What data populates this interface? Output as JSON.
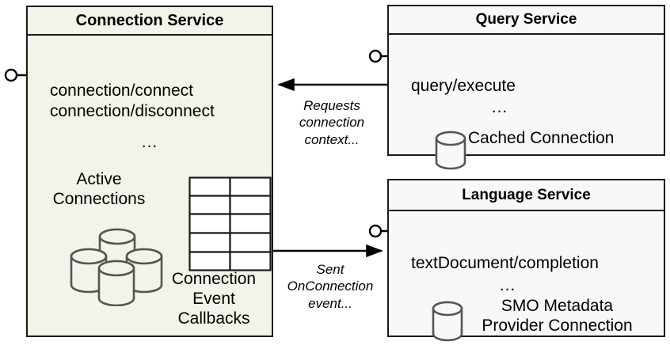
{
  "diagram": {
    "title": "Connection Service component interaction diagram",
    "colors": {
      "connection_service_fill": "#f2f4e9",
      "service_fill": "#f7f8fa",
      "border": "#1a1a1a",
      "icon_stroke": "#555555",
      "text": "#000000"
    }
  },
  "components": {
    "connection_service": {
      "title": "Connection Service",
      "apis": "connection/connect\nconnection/disconnect",
      "ellipsis": "...",
      "active_connections_label": "Active\nConnections",
      "callbacks_label": "Connection\nEvent\nCallbacks",
      "db_cluster_icon": "database-cluster-icon",
      "table_icon": "table-grid-icon",
      "table_rows": 5,
      "table_columns": 2,
      "provided_interface": "lollipop-interface"
    },
    "query_service": {
      "title": "Query Service",
      "apis": "query/execute",
      "ellipsis": "...",
      "cached_connection_label": "Cached Connection",
      "cylinder_icon": "database-cylinder-icon",
      "provided_interface": "lollipop-interface"
    },
    "language_service": {
      "title": "Language Service",
      "apis": "textDocument/completion",
      "ellipsis": "...",
      "smo_label": "SMO Metadata\nProvider Connection",
      "cylinder_icon": "database-cylinder-icon",
      "provided_interface": "lollipop-interface"
    }
  },
  "edges": [
    {
      "name": "query-to-connection",
      "label": "Requests\nconnection\ncontext...",
      "from": "query_service",
      "to": "connection_service",
      "arrow": "left"
    },
    {
      "name": "connection-to-language",
      "label": "Sent\nOnConnection\nevent...",
      "from": "connection_service",
      "to": "language_service",
      "arrow": "right"
    }
  ]
}
